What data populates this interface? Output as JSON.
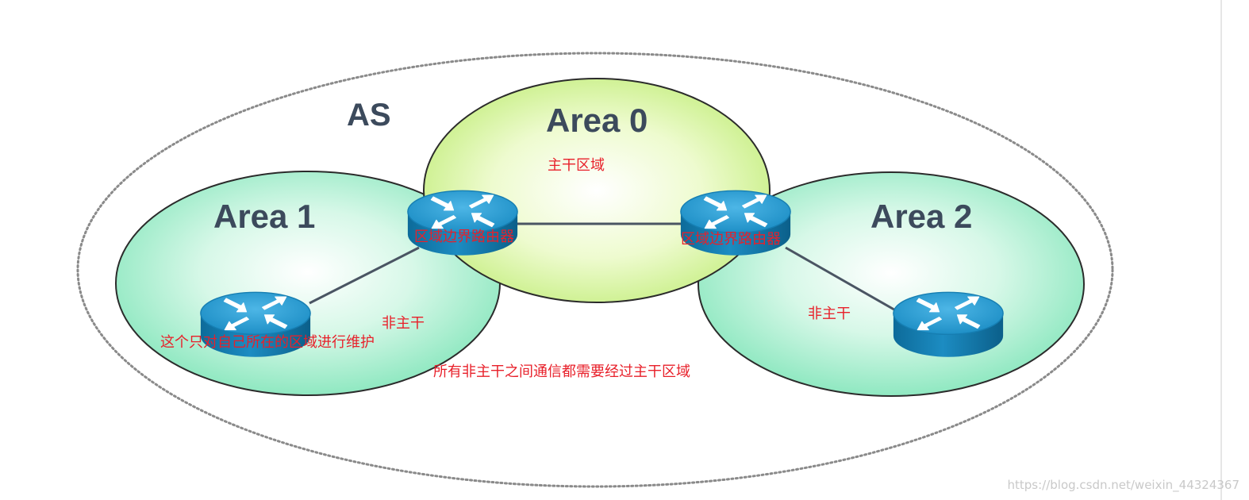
{
  "labels": {
    "as": "AS",
    "area0": "Area 0",
    "area1": "Area 1",
    "area2": "Area 2"
  },
  "annotations": {
    "backbone_area": "主干区域",
    "abr_left": "区域边界路由器",
    "abr_right": "区域边界路由器",
    "non_backbone_left": "非主干",
    "non_backbone_right": "非主干",
    "internal_router_note": "这个只对自己所在的区域进行维护",
    "transit_note": "所有非主干之间通信都需要经过主干区域"
  },
  "watermark": "https://blog.csdn.net/weixin_44324367",
  "colors": {
    "annotation_text": "#e8202a",
    "label_text": "#3c4a5c",
    "area0_fill": "#d4f59a",
    "area_nonbackbone_fill": "#a7f0cf",
    "router_body": "#1a86bb",
    "router_top": "#2aa0d4",
    "link_line": "#4a5563",
    "as_border": "#8a8a8a"
  },
  "icons": {
    "router": "router-icon"
  }
}
